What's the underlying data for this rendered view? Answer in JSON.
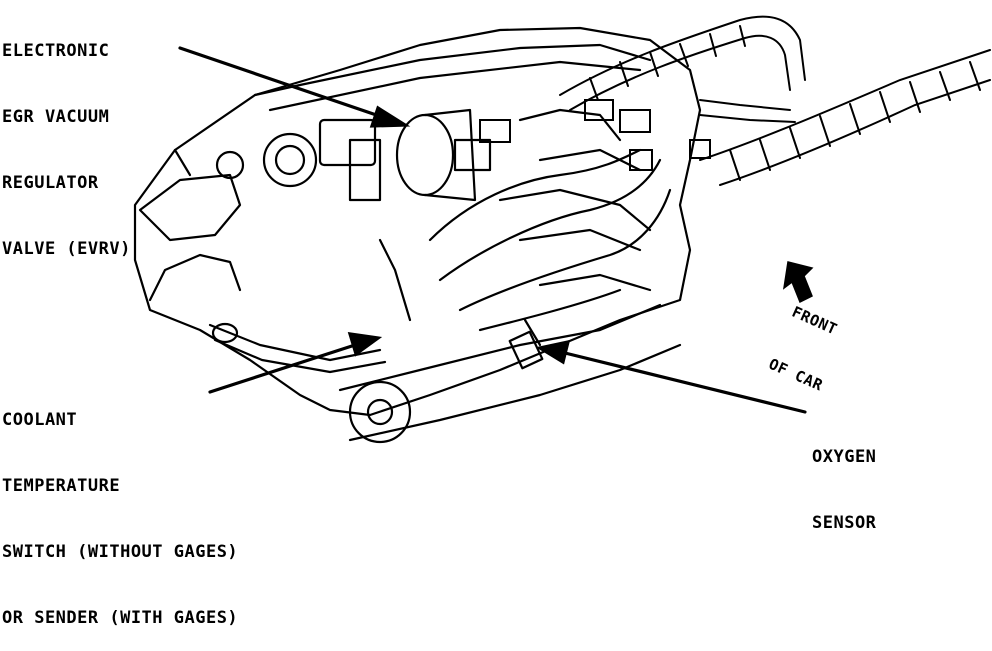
{
  "callouts": {
    "evrv": [
      "ELECTRONIC",
      "EGR VACUUM",
      "REGULATOR",
      "VALVE (EVRV)"
    ],
    "coolant": [
      "COOLANT",
      "TEMPERATURE",
      "SWITCH (WITHOUT GAGES)",
      "OR SENDER (WITH GAGES)"
    ],
    "oxygen": [
      "OXYGEN",
      "SENSOR"
    ],
    "front": [
      "FRONT",
      "OF CAR"
    ]
  },
  "colors": {
    "ink": "#000000",
    "paper": "#ffffff"
  }
}
